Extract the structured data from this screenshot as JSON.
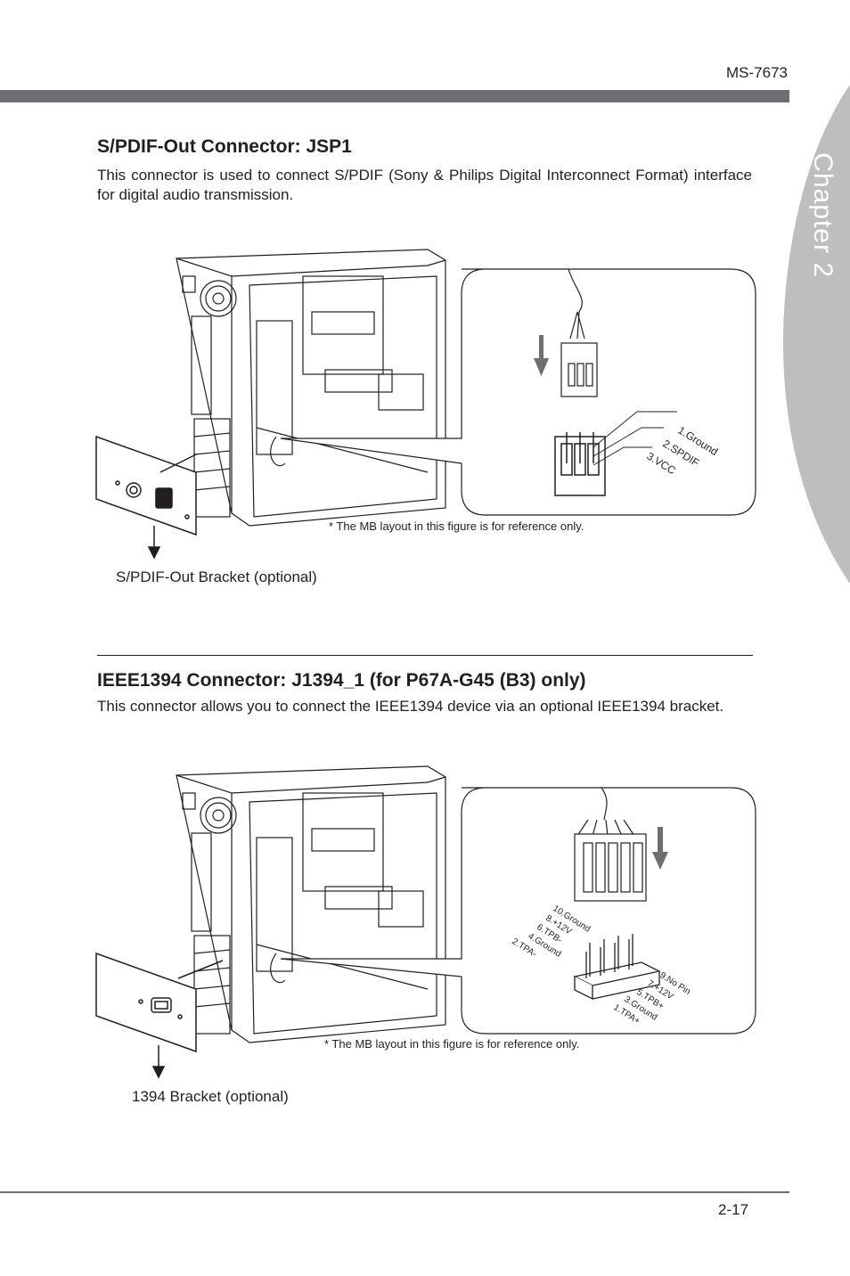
{
  "header": {
    "model": "MS-7673"
  },
  "side_tab": {
    "label": "Chapter 2"
  },
  "spdif": {
    "title": "S/PDIF-Out Connector: JSP1",
    "description": "This connector is used to connect S/PDIF (Sony & Philips Digital Interconnect Format) interface for digital audio transmission.",
    "pins": [
      "1.Ground",
      "2.SPDIF",
      "3.VCC"
    ],
    "note": "* The MB layout in this figure is for reference only.",
    "bracket_caption": "S/PDIF-Out Bracket (optional)"
  },
  "ieee1394": {
    "title": "IEEE1394 Connector: J1394_1 (for P67A-G45 (B3) only)",
    "description": "This connector allows you to connect the IEEE1394 device via an optional IEEE1394 bracket.",
    "pins_even": [
      "10.Ground",
      "8.+12V",
      "6.TPB-",
      "4.Ground",
      "2.TPA-"
    ],
    "pins_odd": [
      "9.No Pin",
      "7.+12V",
      "5.TPB+",
      "3.Ground",
      "1.TPA+"
    ],
    "note": "* The MB layout in this figure is for reference only.",
    "bracket_caption": "1394 Bracket (optional)"
  },
  "footer": {
    "page_number": "2-17"
  },
  "colors": {
    "bar": "#6d6e71",
    "tab": "#bcbec0",
    "text": "#231f20"
  }
}
